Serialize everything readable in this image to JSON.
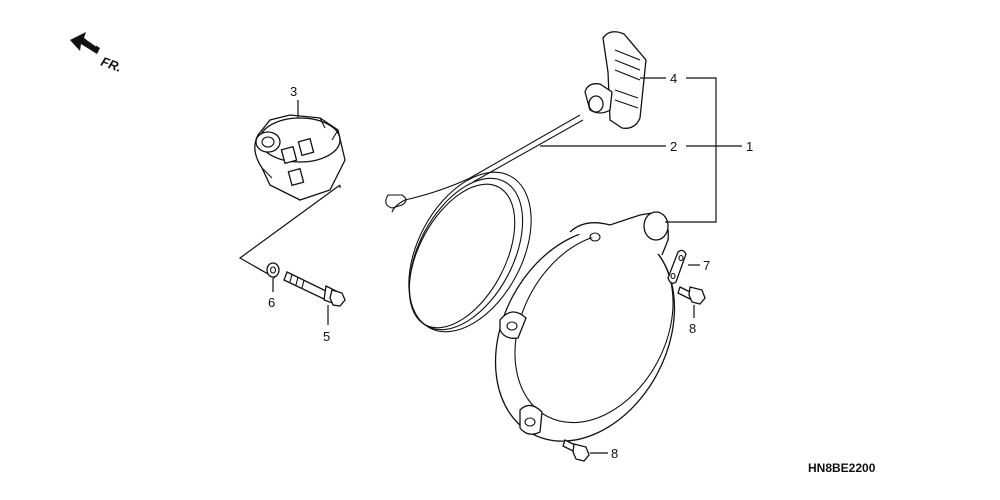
{
  "diagram": {
    "direction_text": "FR.",
    "code": "HN8BE2200",
    "callouts": [
      {
        "id": "c1",
        "text": "1"
      },
      {
        "id": "c2",
        "text": "2"
      },
      {
        "id": "c3",
        "text": "3"
      },
      {
        "id": "c4",
        "text": "4"
      },
      {
        "id": "c5",
        "text": "5"
      },
      {
        "id": "c6",
        "text": "6"
      },
      {
        "id": "c7",
        "text": "7"
      },
      {
        "id": "c8a",
        "text": "8"
      },
      {
        "id": "c8b",
        "text": "8"
      }
    ],
    "colors": {
      "ink": "#111111",
      "background": "#ffffff"
    }
  }
}
